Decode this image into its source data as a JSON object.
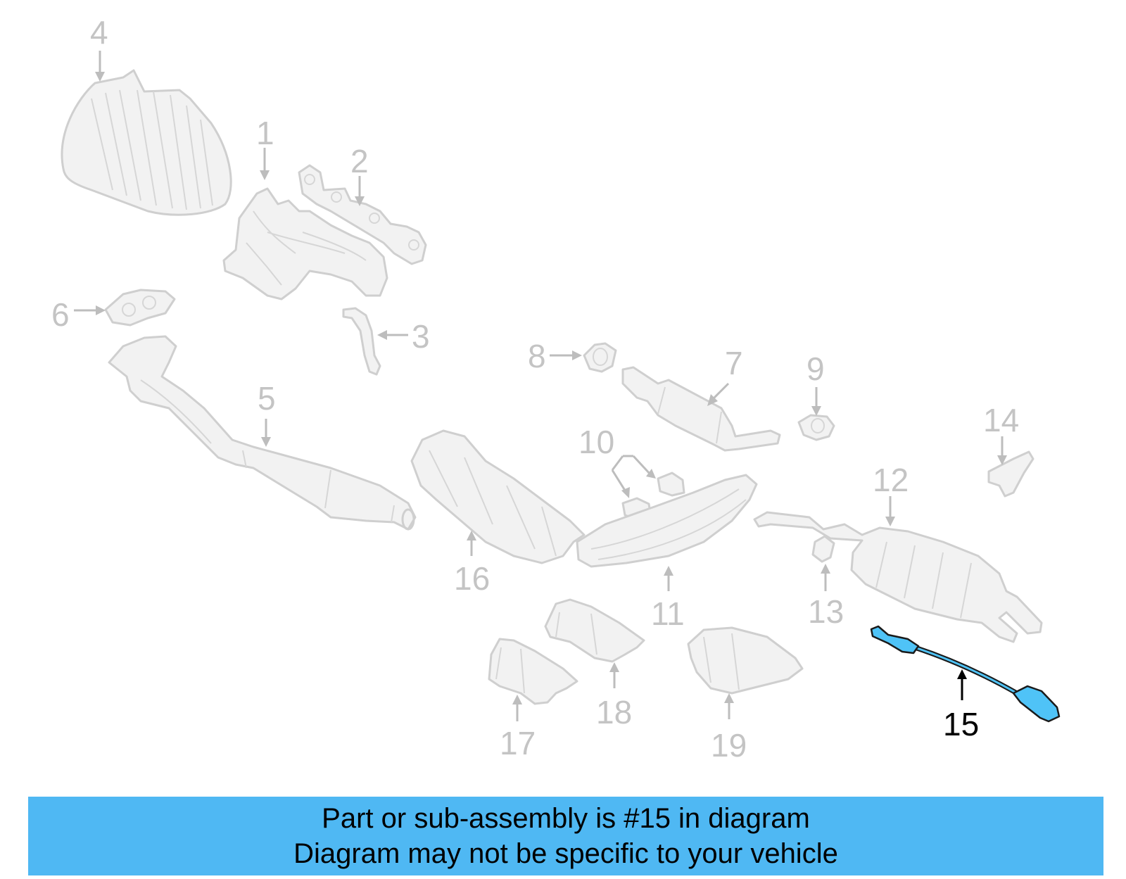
{
  "diagram": {
    "highlighted_part": "15",
    "callouts": [
      "1",
      "2",
      "3",
      "4",
      "5",
      "6",
      "7",
      "8",
      "9",
      "10",
      "11",
      "12",
      "13",
      "14",
      "15",
      "16",
      "17",
      "18",
      "19"
    ],
    "colors": {
      "highlight": "#4fc3f7",
      "banner": "#4fb8f3",
      "faded": "#c4c4c4"
    }
  },
  "banner": {
    "line1": "Part or sub-assembly is #15 in diagram",
    "line2": "Diagram may not be specific to your vehicle"
  }
}
